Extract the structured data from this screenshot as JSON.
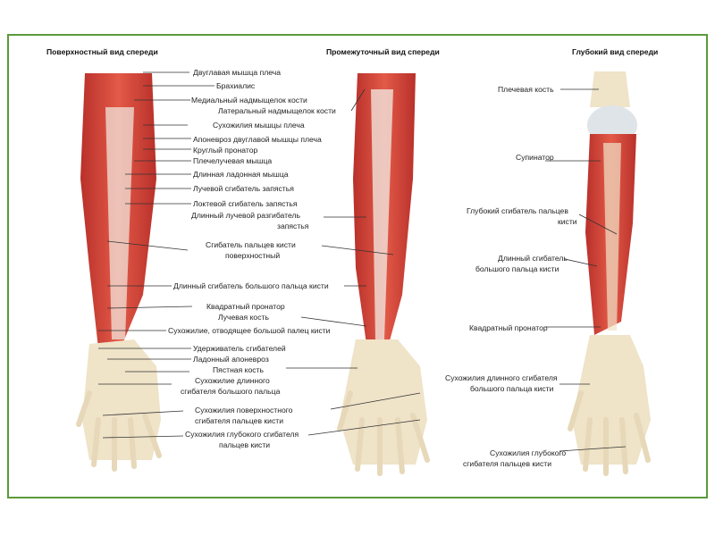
{
  "headings": {
    "left": "Поверхностный вид спереди",
    "middle": "Промежуточный вид спереди",
    "right": "Глубокий вид спереди"
  },
  "labels_center": [
    "Двуглавая мышца плеча",
    "Брахиалис",
    "Медиальный надмыщелок кости",
    "Латеральный надмыщелок кости",
    "Сухожилия мышцы плеча",
    "Апоневроз двуглавой мышцы плеча",
    "Круглый пронатор",
    "Плечелучевая мышца",
    "Длинная ладонная мышца",
    "Лучевой сгибатель запястья",
    "Локтевой сгибатель запястья",
    "Длинный лучевой разгибатель",
    "запястья",
    "Сгибатель пальцев кисти",
    "поверхностный",
    "Длинный сгибатель большого пальца кисти",
    "Квадратный пронатор",
    "Лучевая кость",
    "Сухожилие, отводящее большой палец кисти",
    "Удерживатель сгибателей",
    "Ладонный апоневроз",
    "Пястная кость",
    "Сухожилие длинного",
    "сгибателя большого пальца",
    "Сухожилия поверхностного",
    "сгибателя пальцев кисти",
    "Сухожилия глубокого сгибателя",
    "пальцев кисти"
  ],
  "labels_right": [
    "Плечевая кость",
    "Супинатор",
    "Глубокий сгибатель пальцев",
    "кисти",
    "Длинный сгибатель",
    "большого пальца кисти",
    "Квадратный пронатор",
    "Сухожилия длинного сгибателя",
    "большого пальца кисти",
    "Сухожилия глубокого",
    "сгибателя пальцев кисти"
  ],
  "colors": {
    "frame": "#5a9a3a",
    "muscle": "#d9473a",
    "bone": "#efe3c8",
    "tendon": "#f2eee6"
  }
}
